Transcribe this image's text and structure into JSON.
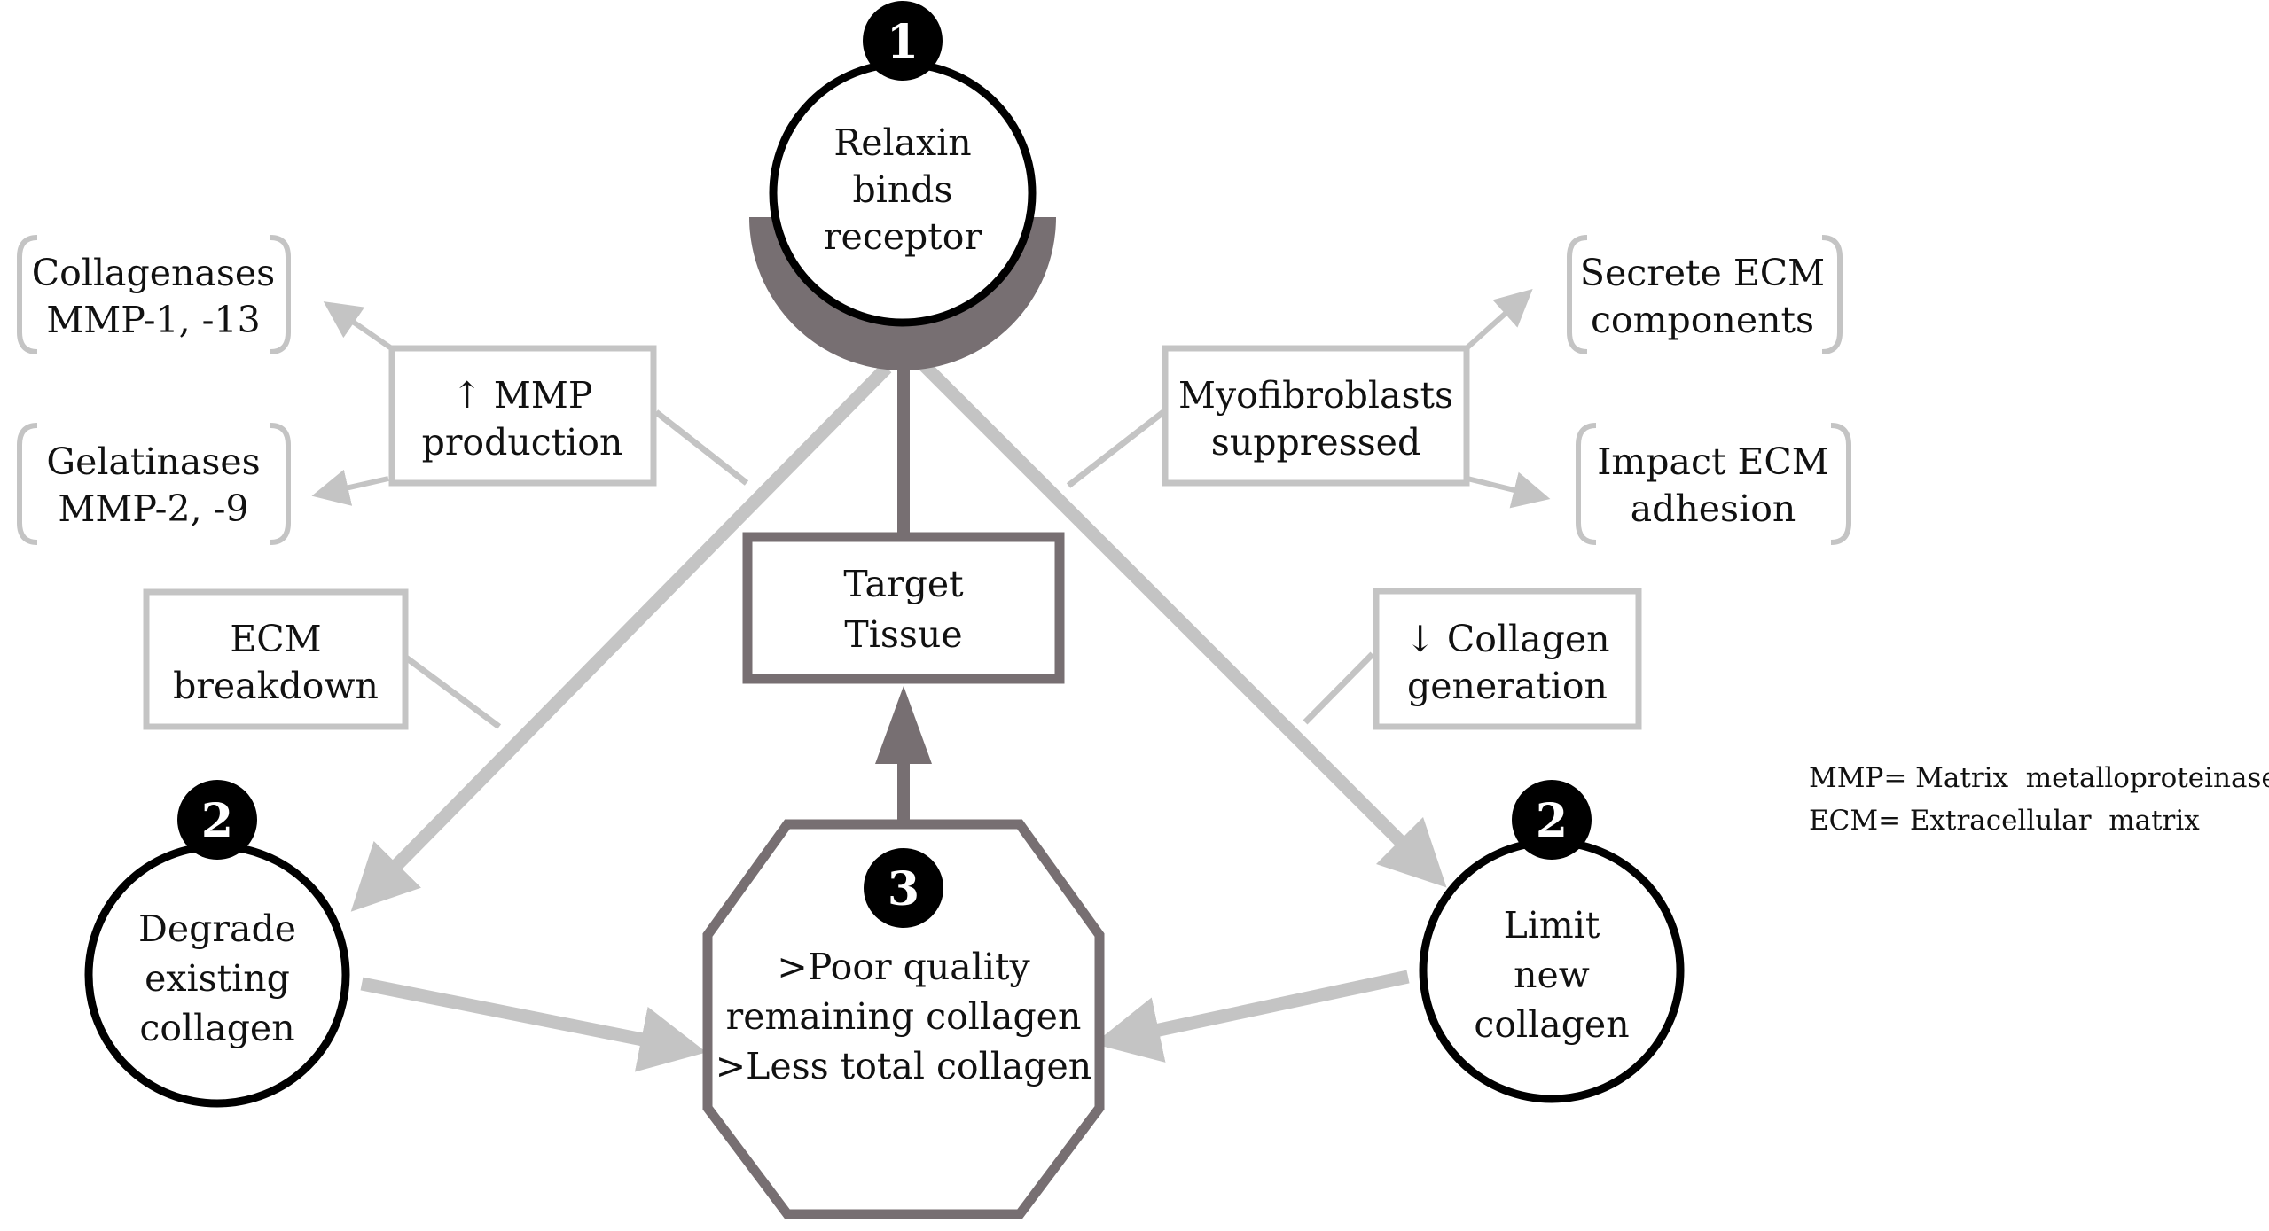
{
  "colors": {
    "light_gray": "#c4c4c4",
    "dark_gray": "#776f72",
    "black": "#000000"
  },
  "nodes": {
    "relaxin": {
      "badge": "1",
      "lines": [
        "Relaxin",
        "binds",
        "receptor"
      ]
    },
    "target_tissue": {
      "lines": [
        "Target",
        "Tissue"
      ]
    },
    "degrade": {
      "badge": "2",
      "lines": [
        "Degrade",
        "existing",
        "collagen"
      ]
    },
    "limit": {
      "badge": "2",
      "lines": [
        "Limit",
        "new",
        "collagen"
      ]
    },
    "outcome": {
      "badge": "3",
      "lines": [
        ">Poor quality",
        "remaining  collagen",
        ">Less total collagen"
      ]
    }
  },
  "boxes": {
    "mmp_production": [
      "↑ MMP",
      "production"
    ],
    "ecm_breakdown": [
      "ECM",
      "breakdown"
    ],
    "myofibroblasts": [
      "Myofibroblasts",
      "suppressed"
    ],
    "collagen_generation": [
      "↓ Collagen",
      "generation"
    ]
  },
  "brackets": {
    "collagenases": [
      "Collagenases",
      "MMP-1, -13"
    ],
    "gelatinases": [
      "Gelatinases",
      "MMP-2, -9"
    ],
    "secrete_ecm": [
      "Secrete ECM",
      "components"
    ],
    "impact_ecm": [
      "Impact ECM",
      "adhesion"
    ]
  },
  "legend": [
    "MMP= Matrix  metalloproteinase",
    "ECM= Extracellular  matrix"
  ]
}
